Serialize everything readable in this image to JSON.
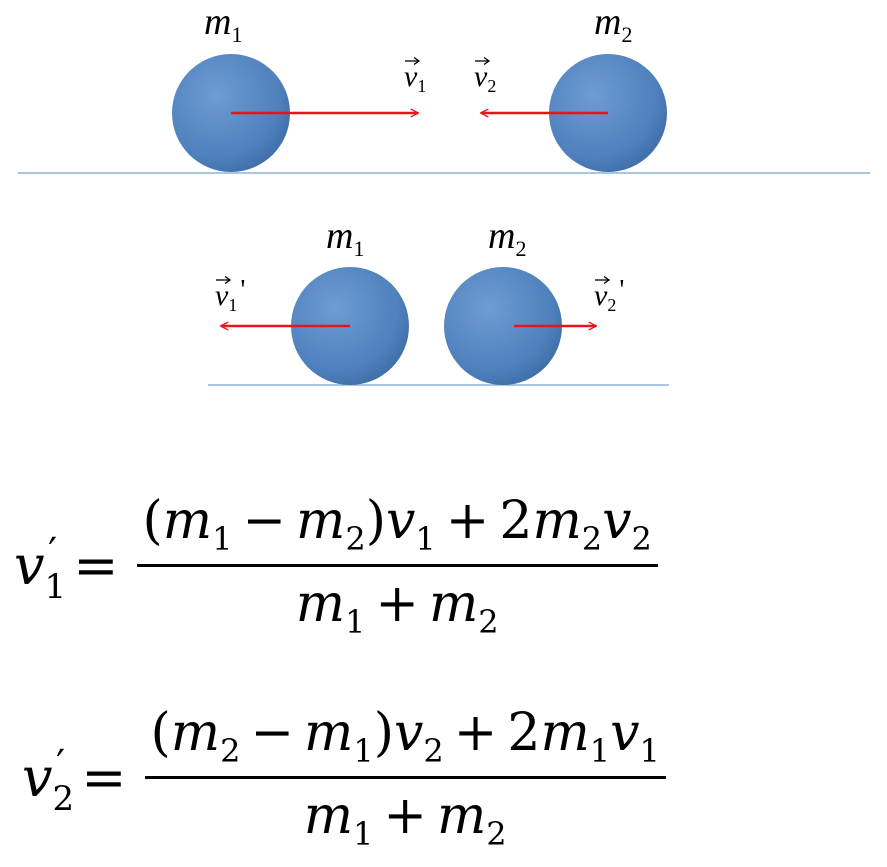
{
  "diagram": {
    "before": {
      "mass1_label": {
        "symbol": "m",
        "sub": "1"
      },
      "mass2_label": {
        "symbol": "m",
        "sub": "2"
      },
      "velocity1_label": {
        "symbol": "v",
        "sub": "1",
        "prime": ""
      },
      "velocity2_label": {
        "symbol": "v",
        "sub": "2",
        "prime": ""
      }
    },
    "after": {
      "mass1_label": {
        "symbol": "m",
        "sub": "1"
      },
      "mass2_label": {
        "symbol": "m",
        "sub": "2"
      },
      "velocity1_label": {
        "symbol": "v",
        "sub": "1",
        "prime": "'"
      },
      "velocity2_label": {
        "symbol": "v",
        "sub": "2",
        "prime": "'"
      }
    },
    "colors": {
      "ball": "#4F81BD",
      "arrow": "#E8141B",
      "ground": "#8FB3D9"
    }
  },
  "equations": [
    {
      "lhs": {
        "symbol": "v",
        "sub": "1",
        "prime": "′"
      },
      "equals": "=",
      "numerator": {
        "open": "(",
        "a": {
          "symbol": "m",
          "sub": "1"
        },
        "minus": "−",
        "b": {
          "symbol": "m",
          "sub": "2"
        },
        "close": ")",
        "v_a": {
          "symbol": "v",
          "sub": "1"
        },
        "plus": "+",
        "coef": "2",
        "c": {
          "symbol": "m",
          "sub": "2"
        },
        "v_c": {
          "symbol": "v",
          "sub": "2"
        }
      },
      "denominator": {
        "a": {
          "symbol": "m",
          "sub": "1"
        },
        "plus": "+",
        "b": {
          "symbol": "m",
          "sub": "2"
        }
      }
    },
    {
      "lhs": {
        "symbol": "v",
        "sub": "2",
        "prime": "′"
      },
      "equals": "=",
      "numerator": {
        "open": "(",
        "a": {
          "symbol": "m",
          "sub": "2"
        },
        "minus": "−",
        "b": {
          "symbol": "m",
          "sub": "1"
        },
        "close": ")",
        "v_a": {
          "symbol": "v",
          "sub": "2"
        },
        "plus": "+",
        "coef": "2",
        "c": {
          "symbol": "m",
          "sub": "1"
        },
        "v_c": {
          "symbol": "v",
          "sub": "1"
        }
      },
      "denominator": {
        "a": {
          "symbol": "m",
          "sub": "1"
        },
        "plus": "+",
        "b": {
          "symbol": "m",
          "sub": "2"
        }
      }
    }
  ]
}
